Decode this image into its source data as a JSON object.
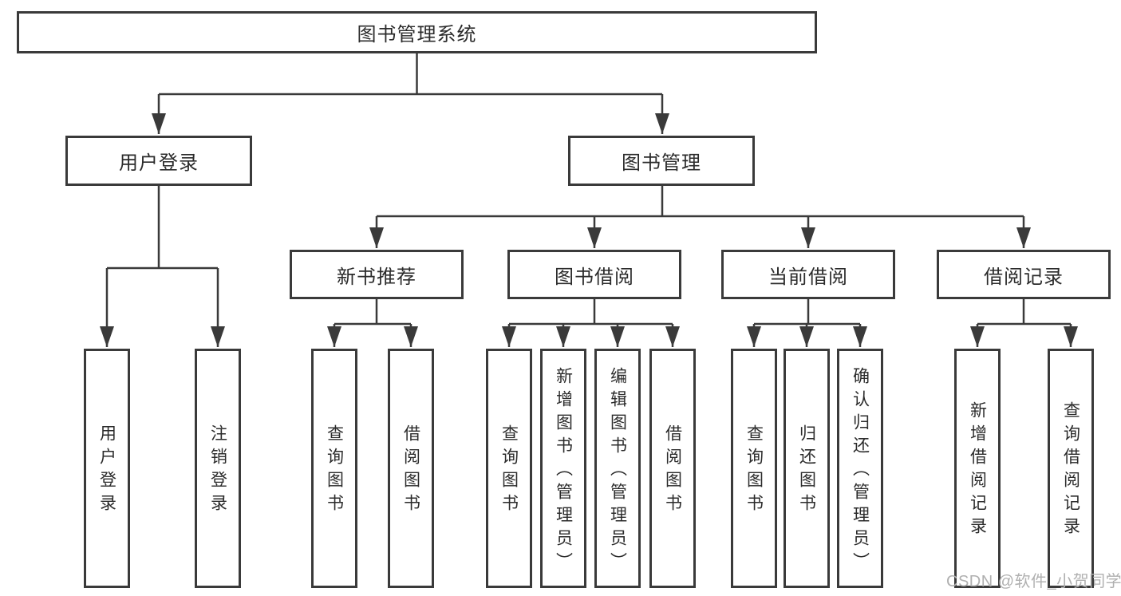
{
  "nodes": {
    "root": "图书管理系统",
    "user_login": "用户登录",
    "book_management": "图书管理",
    "new_book_recommend": "新书推荐",
    "book_borrow": "图书借阅",
    "current_borrow": "当前借阅",
    "borrow_records": "借阅记录",
    "leaf_user_login": "用户登录",
    "leaf_logout": "注销登录",
    "leaf_nbr_query_books": "查询图书",
    "leaf_nbr_borrow_books": "借阅图书",
    "leaf_bb_query_books": "查询图书",
    "leaf_bb_add_books_admin": "新增图书（管理员）",
    "leaf_bb_edit_books_admin": "编辑图书（管理员）",
    "leaf_bb_borrow_books": "借阅图书",
    "leaf_cb_query_books": "查询图书",
    "leaf_cb_return_books": "归还图书",
    "leaf_cb_confirm_return_admin": "确认归还（管理员）",
    "leaf_br_add_record": "新增借阅记录",
    "leaf_br_query_record": "查询借阅记录"
  },
  "watermark": "CSDN @软件_小贺同学",
  "colors": {
    "line": "#3a3a3a",
    "text": "#2b2b2b",
    "watermark": "#b0b0b0",
    "background": "#ffffff"
  }
}
